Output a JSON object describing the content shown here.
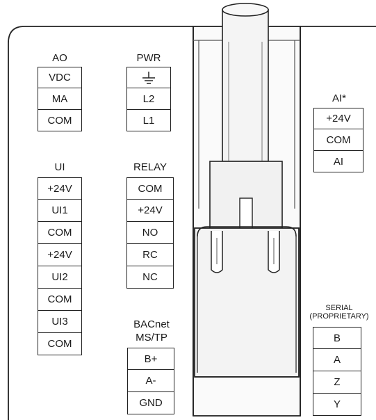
{
  "groups": {
    "ao": {
      "label": "AO",
      "terminals": [
        "VDC",
        "MA",
        "COM"
      ]
    },
    "pwr": {
      "label": "PWR",
      "terminals": [
        "",
        "L2",
        "L1"
      ],
      "ground_icon": "ground-icon"
    },
    "ai": {
      "label": "AI*",
      "terminals": [
        "+24V",
        "COM",
        "AI"
      ]
    },
    "ui": {
      "label": "UI",
      "terminals": [
        "+24V",
        "UI1",
        "COM",
        "+24V",
        "UI2",
        "COM",
        "UI3",
        "COM"
      ]
    },
    "relay": {
      "label": "RELAY",
      "terminals": [
        "COM",
        "+24V",
        "NO",
        "RC",
        "NC"
      ]
    },
    "bacnet": {
      "label_line1": "BACnet",
      "label_line2": "MS/TP",
      "terminals": [
        "B+",
        "A-",
        "GND"
      ]
    },
    "serial": {
      "label_line1": "SERIAL",
      "label_line2": "(PROPRIETARY)",
      "terminals": [
        "B",
        "A",
        "Z",
        "Y"
      ]
    }
  },
  "colors": {
    "line": "#222222",
    "background": "#ffffff",
    "shade": "#f2f2f2"
  }
}
